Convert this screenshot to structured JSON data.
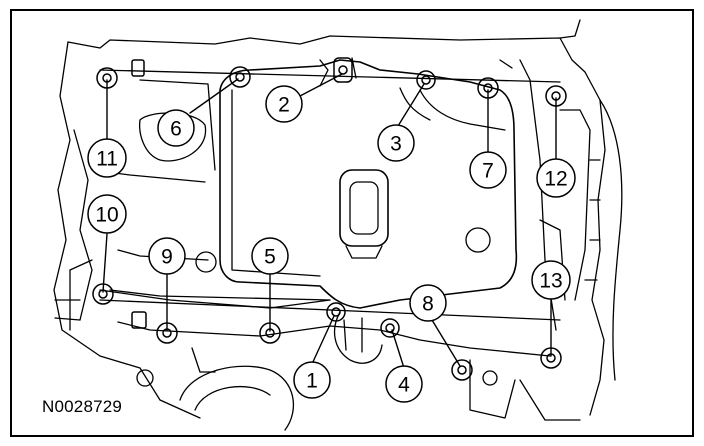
{
  "figure": {
    "id_label": "N0028729"
  },
  "callouts": [
    {
      "label": "1"
    },
    {
      "label": "2"
    },
    {
      "label": "3"
    },
    {
      "label": "4"
    },
    {
      "label": "5"
    },
    {
      "label": "6"
    },
    {
      "label": "7"
    },
    {
      "label": "8"
    },
    {
      "label": "9"
    },
    {
      "label": "10"
    },
    {
      "label": "11"
    },
    {
      "label": "12"
    },
    {
      "label": "13"
    }
  ]
}
